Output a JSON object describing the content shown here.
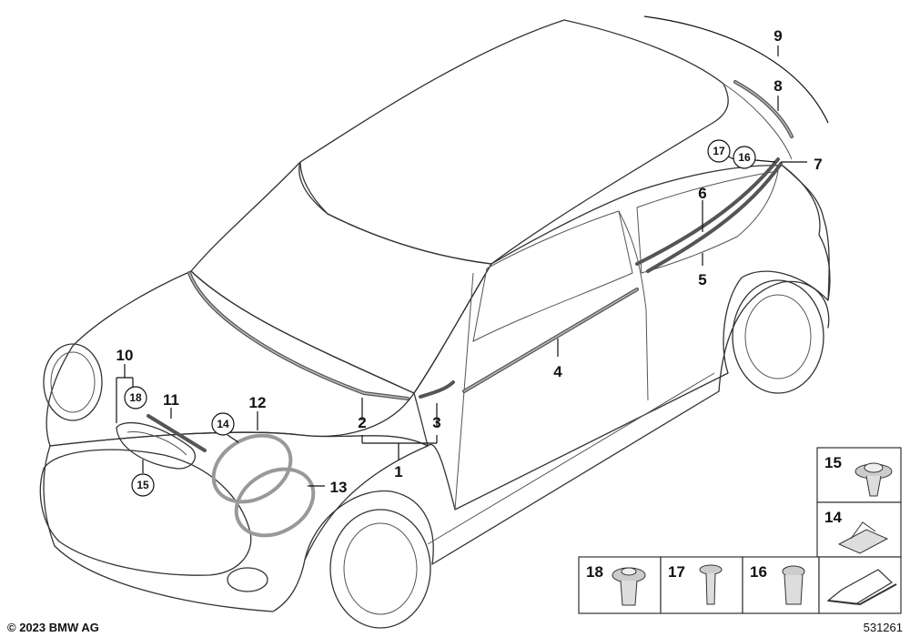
{
  "callouts": {
    "c1": "1",
    "c2": "2",
    "c3": "3",
    "c4": "4",
    "c5": "5",
    "c6": "6",
    "c7": "7",
    "c8": "8",
    "c9": "9",
    "c10": "10",
    "c11": "11",
    "c12": "12",
    "c13": "13"
  },
  "circled_callouts": {
    "c14": "14",
    "c15": "15",
    "c16": "16",
    "c17": "17",
    "c18": "18"
  },
  "parts_panels": {
    "p15": "15",
    "p14": "14",
    "p18": "18",
    "p17": "17",
    "p16": "16"
  },
  "footer": {
    "copyright": "© 2023 BMW AG",
    "diagram_number": "531261"
  }
}
